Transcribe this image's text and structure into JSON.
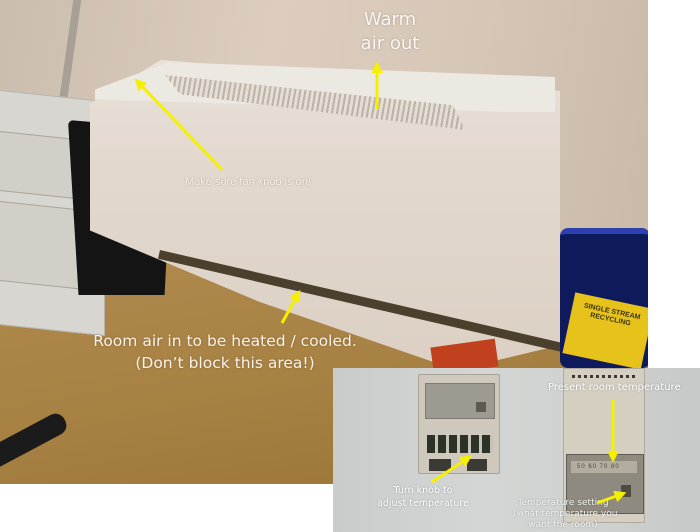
{
  "figure": {
    "description": "Annotated photo of a fan coil heating/cooling unit with thermostat inset",
    "colors": {
      "annotation_text": "#ffffff",
      "arrow": "#f5f000",
      "background": "#ffffff"
    }
  },
  "main_photo": {
    "labels": {
      "warm_air_line1": "Warm",
      "warm_air_line2": "air out",
      "fan_knob": "Make sure fan knob is on!",
      "room_air_line1": "Room air in to be heated / cooled.",
      "room_air_line2": "(Don’t block this area!)"
    },
    "recycling_bin": {
      "label_line1": "SINGLE STREAM",
      "label_line2": "RECYCLING"
    }
  },
  "thermostat_inset": {
    "labels": {
      "present_temp": "Present room temperature",
      "turn_knob_line1": "Turn knob to",
      "turn_knob_line2": "adjust temperature",
      "setting_line1": "Temperature setting",
      "setting_line2": "(what temperature you",
      "setting_line3": "want the room)"
    },
    "scale_text": "50 60 70 80"
  }
}
